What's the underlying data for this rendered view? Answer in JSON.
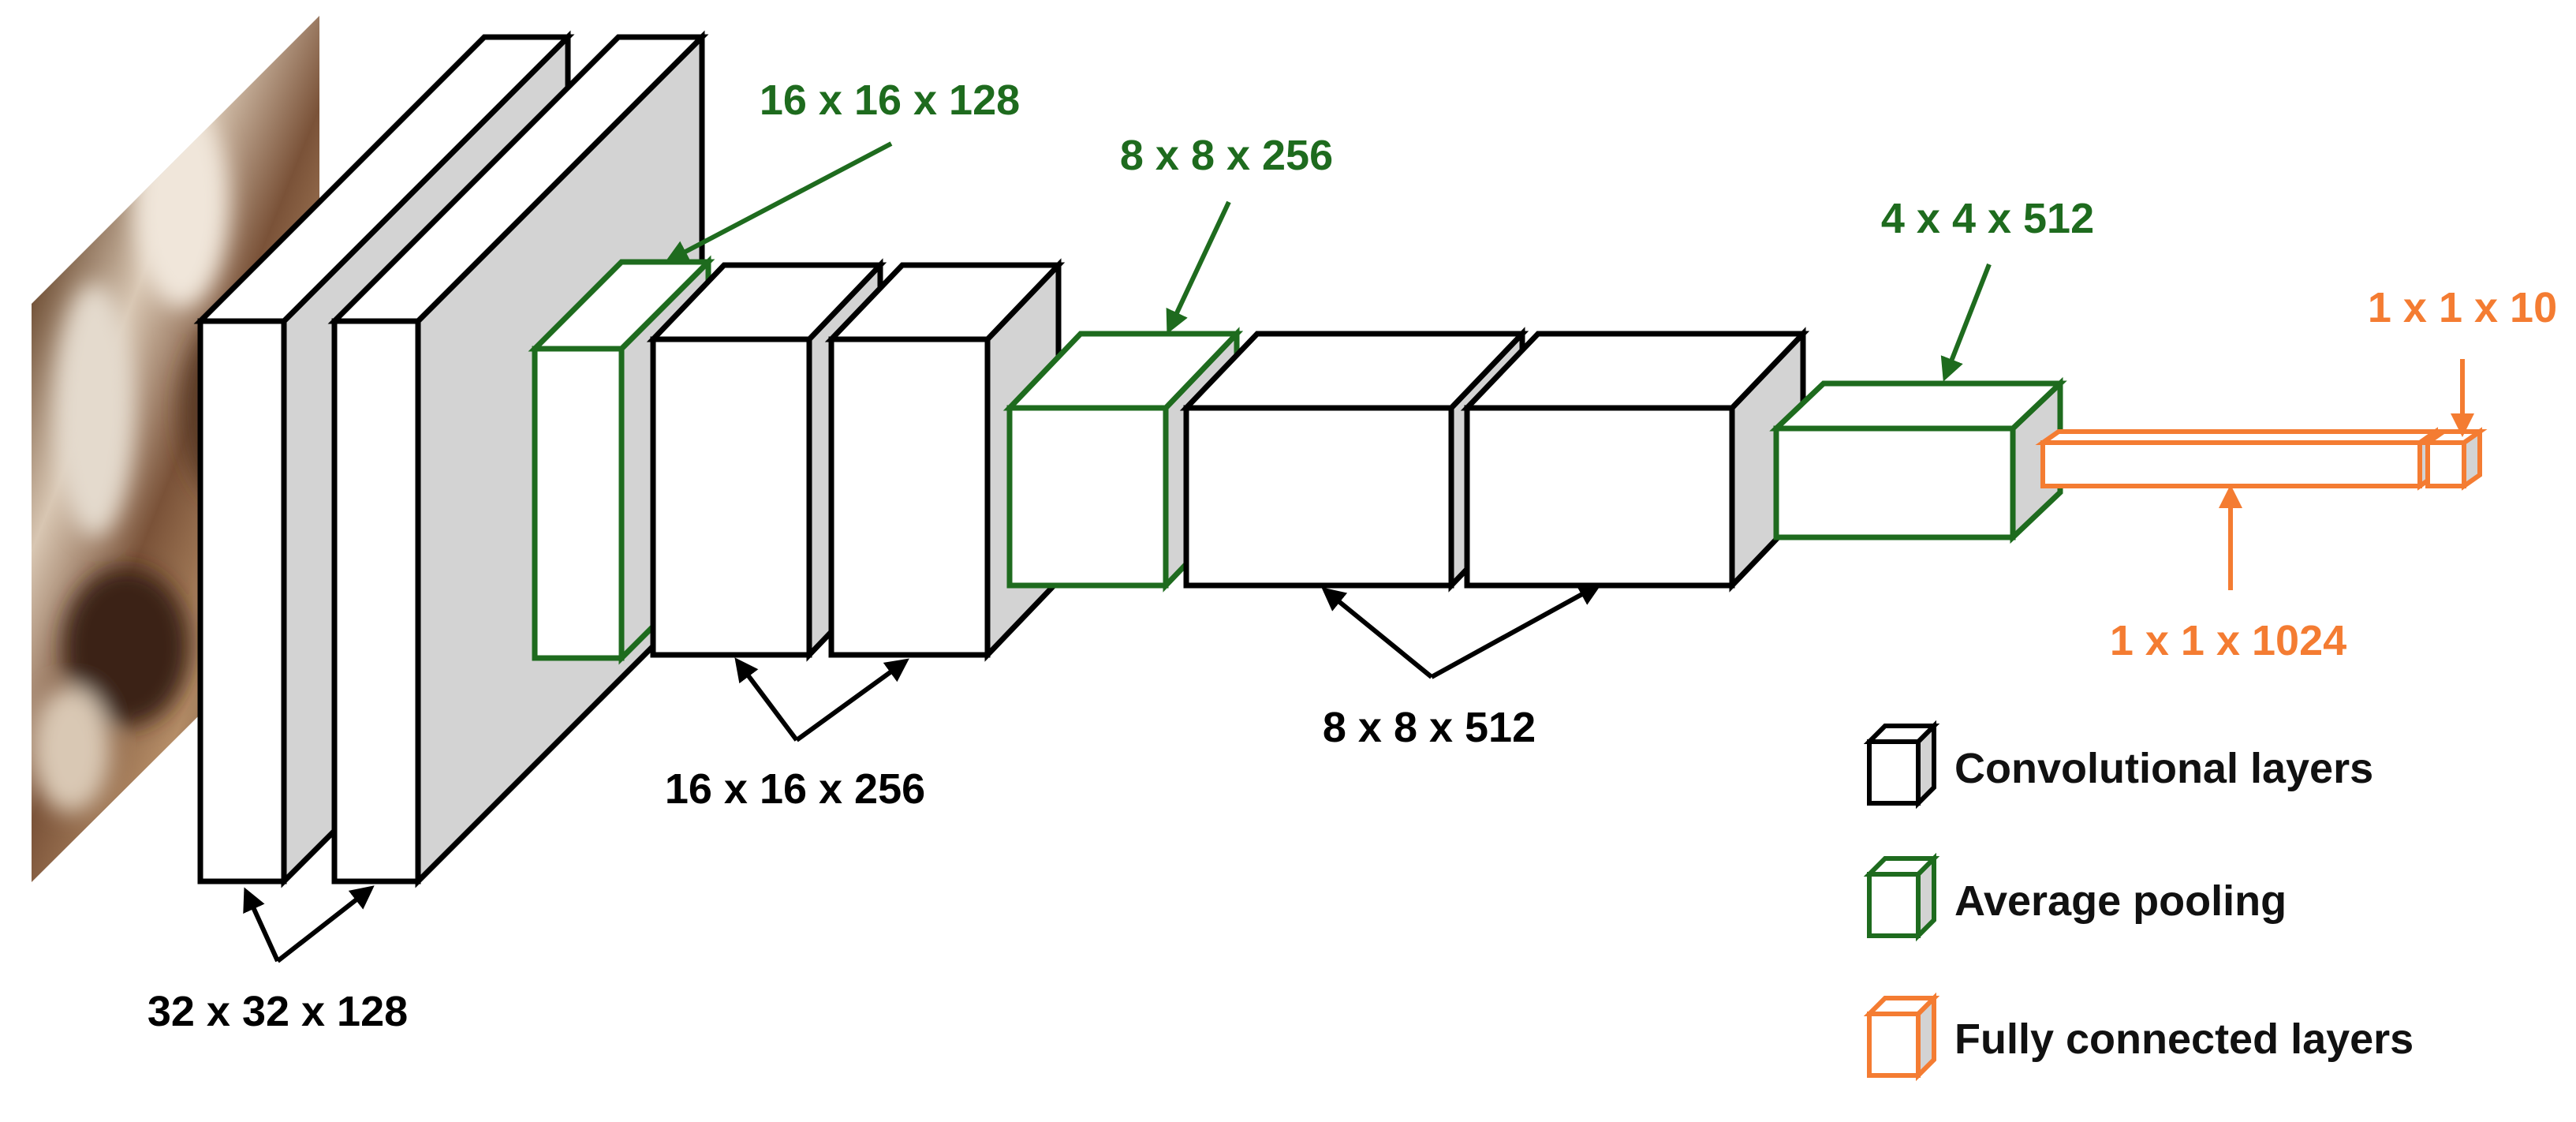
{
  "colors": {
    "conv": "#000000",
    "pool": "#1e6b1e",
    "fc": "#f47c32",
    "side_fill": "#d3d3d3",
    "face_fill": "#ffffff"
  },
  "input_image": {
    "icon": "blurred-photo-input"
  },
  "labels": {
    "conv1": "32 x 32 x 128",
    "pool1": "16 x 16  x 128",
    "conv2": "16 x 16 x 256",
    "pool2": "8 x 8 x 256",
    "conv3": "8 x 8 x 512",
    "pool3": "4 x 4 x 512",
    "fc1": "1 x 1 x 1024",
    "fc2": "1 x 1 x 10"
  },
  "legend": {
    "conv": "Convolutional layers",
    "pool": "Average pooling",
    "fc": "Fully connected layers"
  }
}
